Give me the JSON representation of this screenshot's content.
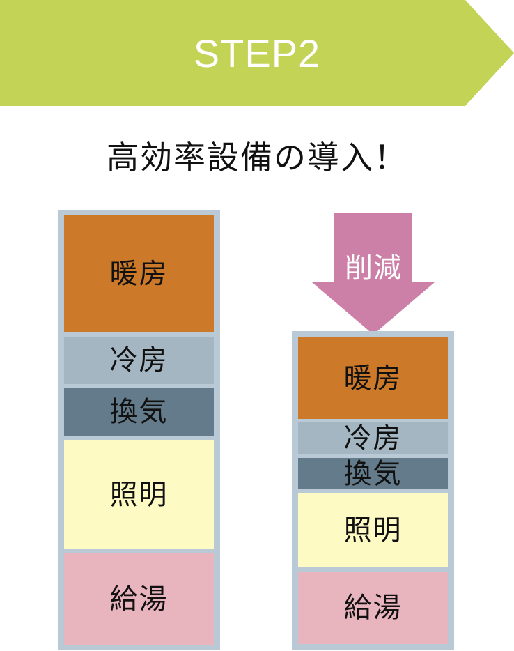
{
  "banner": {
    "label": "STEP2",
    "color": "#c2d356"
  },
  "headline": "高効率設備の導入！",
  "arrow": {
    "label": "削減",
    "color": "#cc80a8"
  },
  "colors": {
    "heating": "#cc7a29",
    "cooling": "#a5b6c3",
    "ventilation": "#637b8a",
    "lighting": "#fefac3",
    "hot_water": "#e8b4be",
    "stack_frame": "#b9c9d6"
  },
  "before": {
    "blocks": [
      {
        "label": "暖房"
      },
      {
        "label": "冷房"
      },
      {
        "label": "換気"
      },
      {
        "label": "照明"
      },
      {
        "label": "給湯"
      }
    ]
  },
  "after": {
    "blocks": [
      {
        "label": "暖房"
      },
      {
        "label": "冷房"
      },
      {
        "label": "換気"
      },
      {
        "label": "照明"
      },
      {
        "label": "給湯"
      }
    ]
  }
}
